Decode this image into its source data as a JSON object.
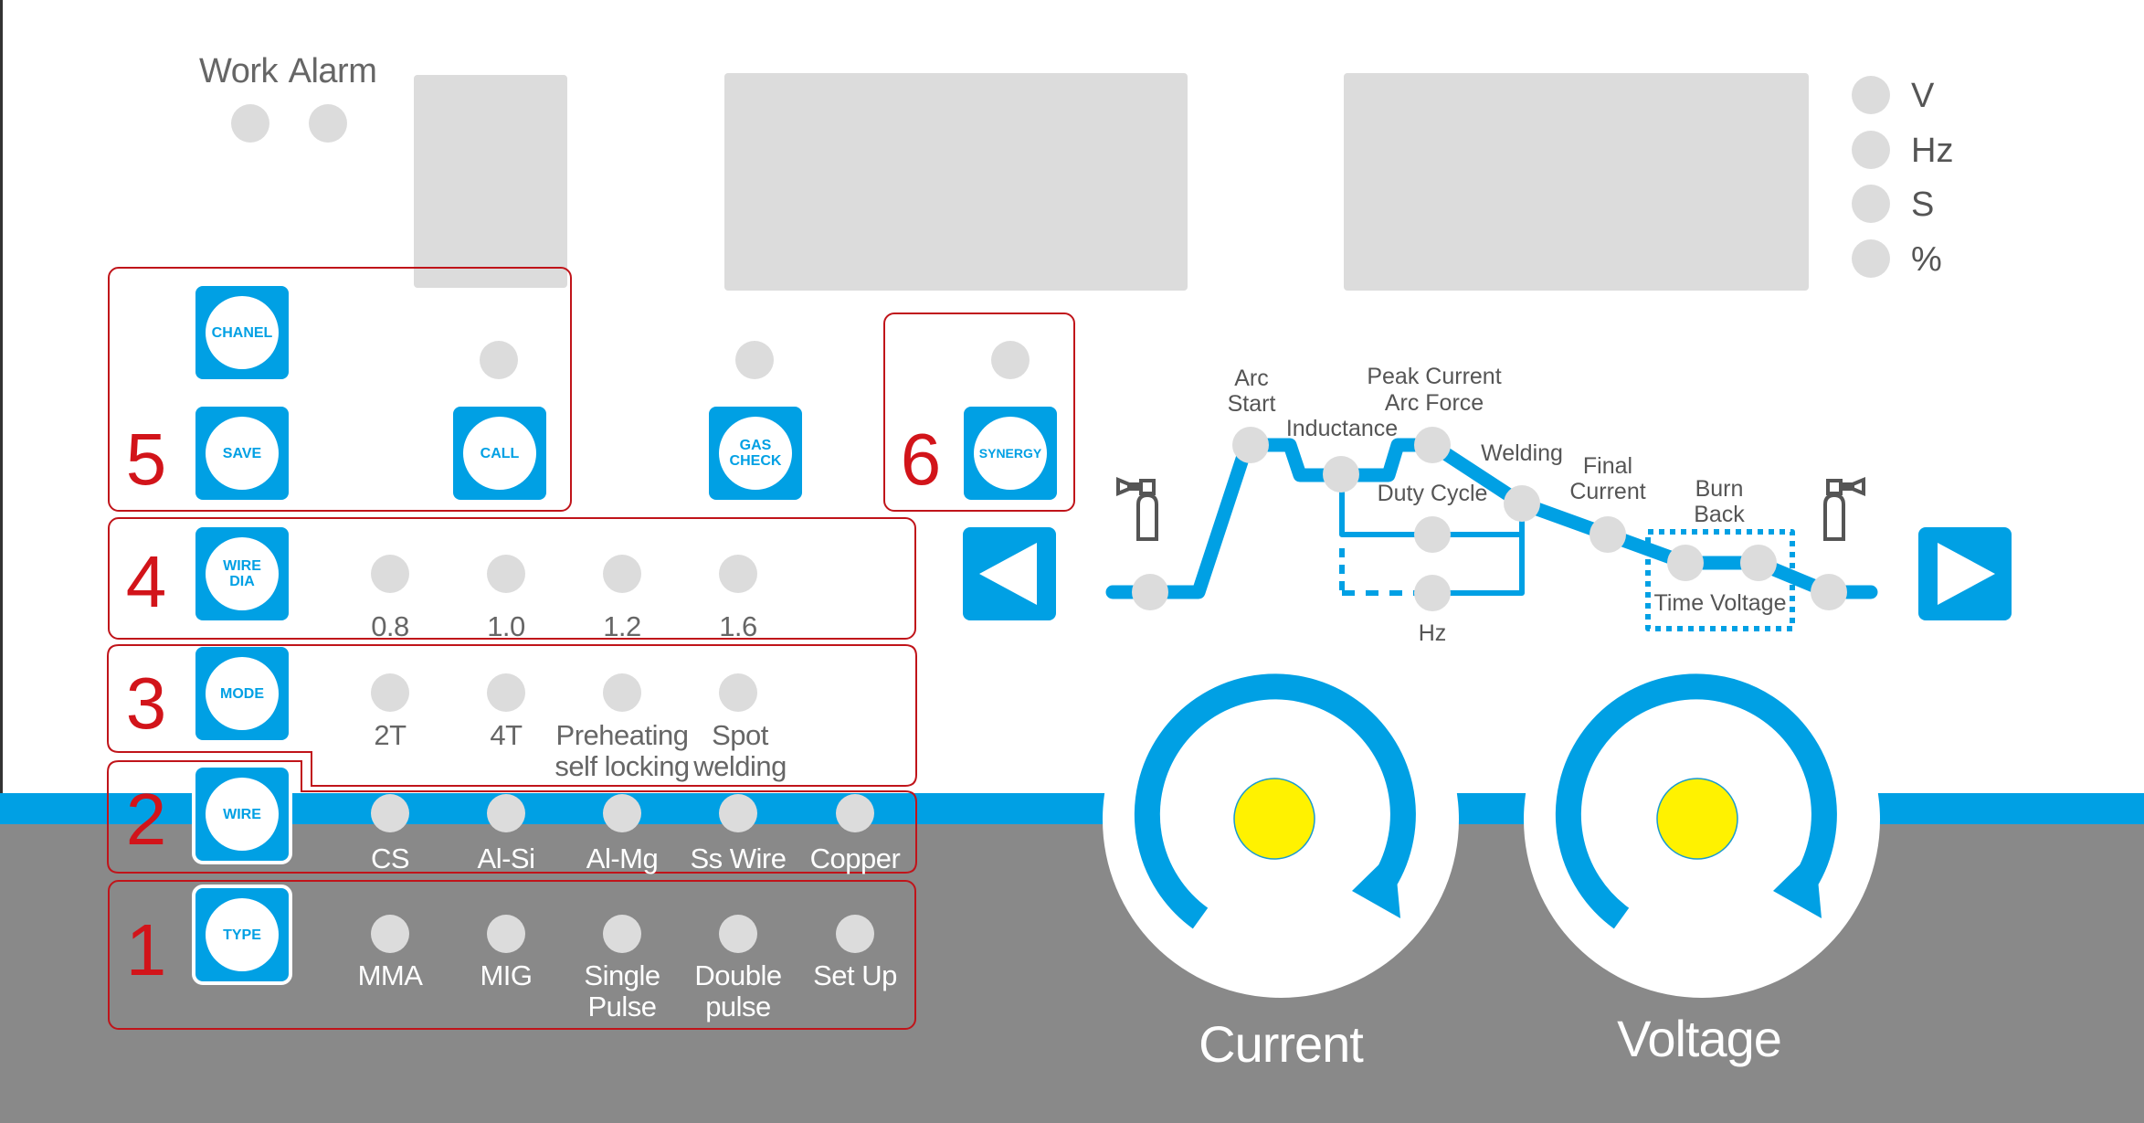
{
  "colors": {
    "accent_blue": "#00a0e4",
    "led_grey": "#dcdcdc",
    "panel_grey": "#898989",
    "section_red": "#c0141a",
    "knob_center": "#fff200"
  },
  "status": {
    "work_label": "Work",
    "alarm_label": "Alarm"
  },
  "units": [
    {
      "label": "V"
    },
    {
      "label": "Hz"
    },
    {
      "label": "S"
    },
    {
      "label": "%"
    }
  ],
  "sections": {
    "s5": {
      "number": "5",
      "chanel_label": "CHANEL",
      "save_label": "SAVE",
      "call_label": "CALL"
    },
    "gas_check_label_1": "GAS",
    "gas_check_label_2": "CHECK",
    "s6": {
      "number": "6",
      "synergy_label": "SYNERGY"
    },
    "s4": {
      "number": "4",
      "button_line1": "WIRE",
      "button_line2": "DIA",
      "options": [
        "0.8",
        "1.0",
        "1.2",
        "1.6"
      ]
    },
    "s3": {
      "number": "3",
      "button_label": "MODE",
      "options": [
        {
          "l1": "2T",
          "l2": ""
        },
        {
          "l1": "4T",
          "l2": ""
        },
        {
          "l1": "Preheating",
          "l2": "self locking"
        },
        {
          "l1": "Spot",
          "l2": "welding"
        }
      ]
    },
    "s2": {
      "number": "2",
      "button_label": "WIRE",
      "options": [
        "CS",
        "Al-Si",
        "Al-Mg",
        "Ss Wire",
        "Copper"
      ]
    },
    "s1": {
      "number": "1",
      "button_label": "TYPE",
      "options": [
        {
          "l1": "MMA",
          "l2": ""
        },
        {
          "l1": "MIG",
          "l2": ""
        },
        {
          "l1": "Single",
          "l2": "Pulse"
        },
        {
          "l1": "Double",
          "l2": "pulse"
        },
        {
          "l1": "Set Up",
          "l2": ""
        }
      ]
    }
  },
  "waveform": {
    "arc_start_1": "Arc",
    "arc_start_2": "Start",
    "inductance": "Inductance",
    "peak_current": "Peak Current",
    "arc_force": "Arc Force",
    "welding": "Welding",
    "duty_cycle": "Duty Cycle",
    "hz": "Hz",
    "final_current_1": "Final",
    "final_current_2": "Current",
    "burn_back_1": "Burn",
    "burn_back_2": "Back",
    "time_voltage": "Time Voltage"
  },
  "knobs": {
    "current_label": "Current",
    "voltage_label": "Voltage"
  }
}
